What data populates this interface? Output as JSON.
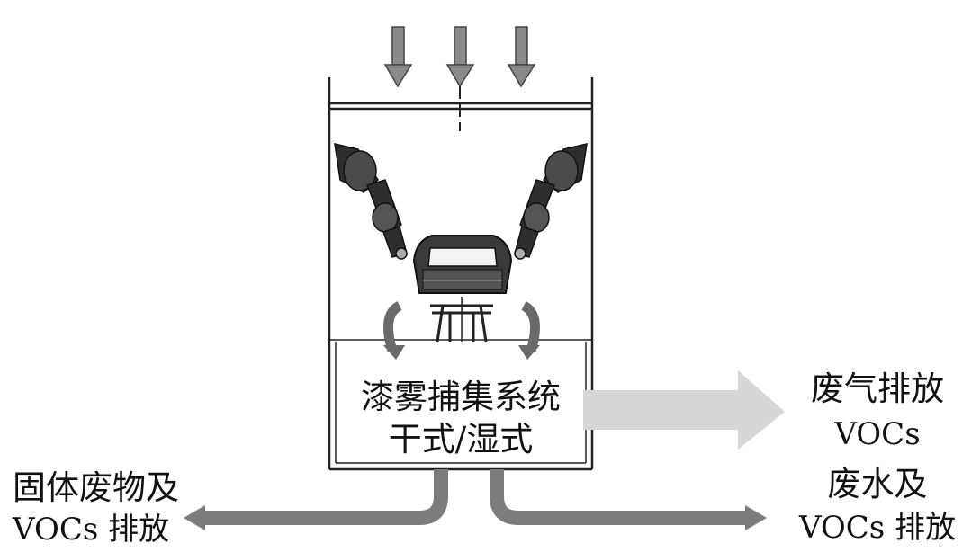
{
  "diagram": {
    "center_label_line1": "漆雾捕集系统",
    "center_label_line2": "干式/湿式",
    "exhaust_gas_line1": "废气排放",
    "exhaust_gas_line2": "VOCs",
    "solid_waste_line1": "固体废物及",
    "solid_waste_line2": "VOCs 排放",
    "waste_water_line1": "废水及",
    "waste_water_line2": "VOCs 排放"
  },
  "colors": {
    "line": "#222222",
    "arrow_dark": "#7a7a7a",
    "arrow_light": "#d7d7d7",
    "robot_dark": "#2a2a2a"
  }
}
